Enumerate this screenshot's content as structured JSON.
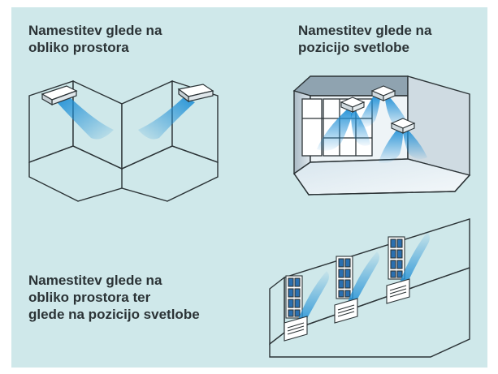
{
  "labels": {
    "shape": "Namestitev glede na\nobliko prostora",
    "light": "Namestitev glede na\npozicijo svetlobe",
    "both": "Namestitev glede na\nobliko prostora ter\nglede na pozicijo svetlobe"
  },
  "colors": {
    "background": "#cfe8ea",
    "outline": "#2b3336",
    "airflow": "#1e8fd6",
    "wall": "#ffffff",
    "window_glass": "#2a6fb0"
  }
}
